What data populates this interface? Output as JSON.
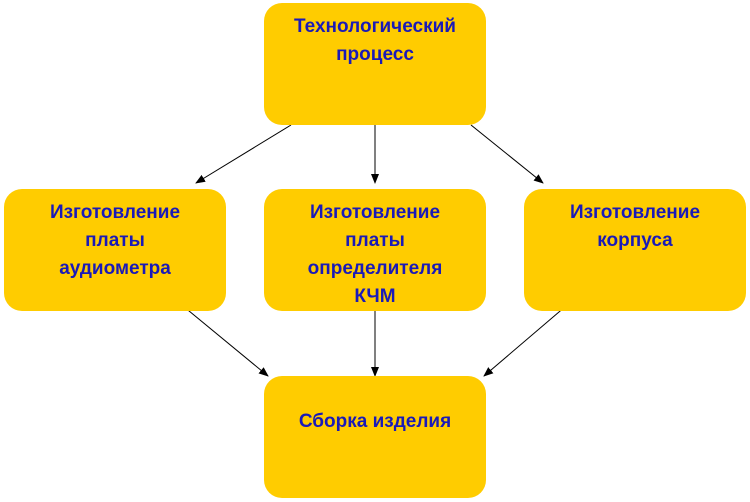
{
  "diagram": {
    "top": {
      "label": "Технологический\nпроцесс"
    },
    "left": {
      "label": "Изготовление\nплаты\nаудиометра"
    },
    "center": {
      "label": "Изготовление\nплаты\nопределителя\nКЧМ"
    },
    "right": {
      "label": "Изготовление\nкорпуса"
    },
    "bottom": {
      "label": "Сборка изделия"
    }
  },
  "colors": {
    "box_fill": "#ffcc00",
    "text": "#1a1ab8",
    "arrow": "#000000"
  }
}
